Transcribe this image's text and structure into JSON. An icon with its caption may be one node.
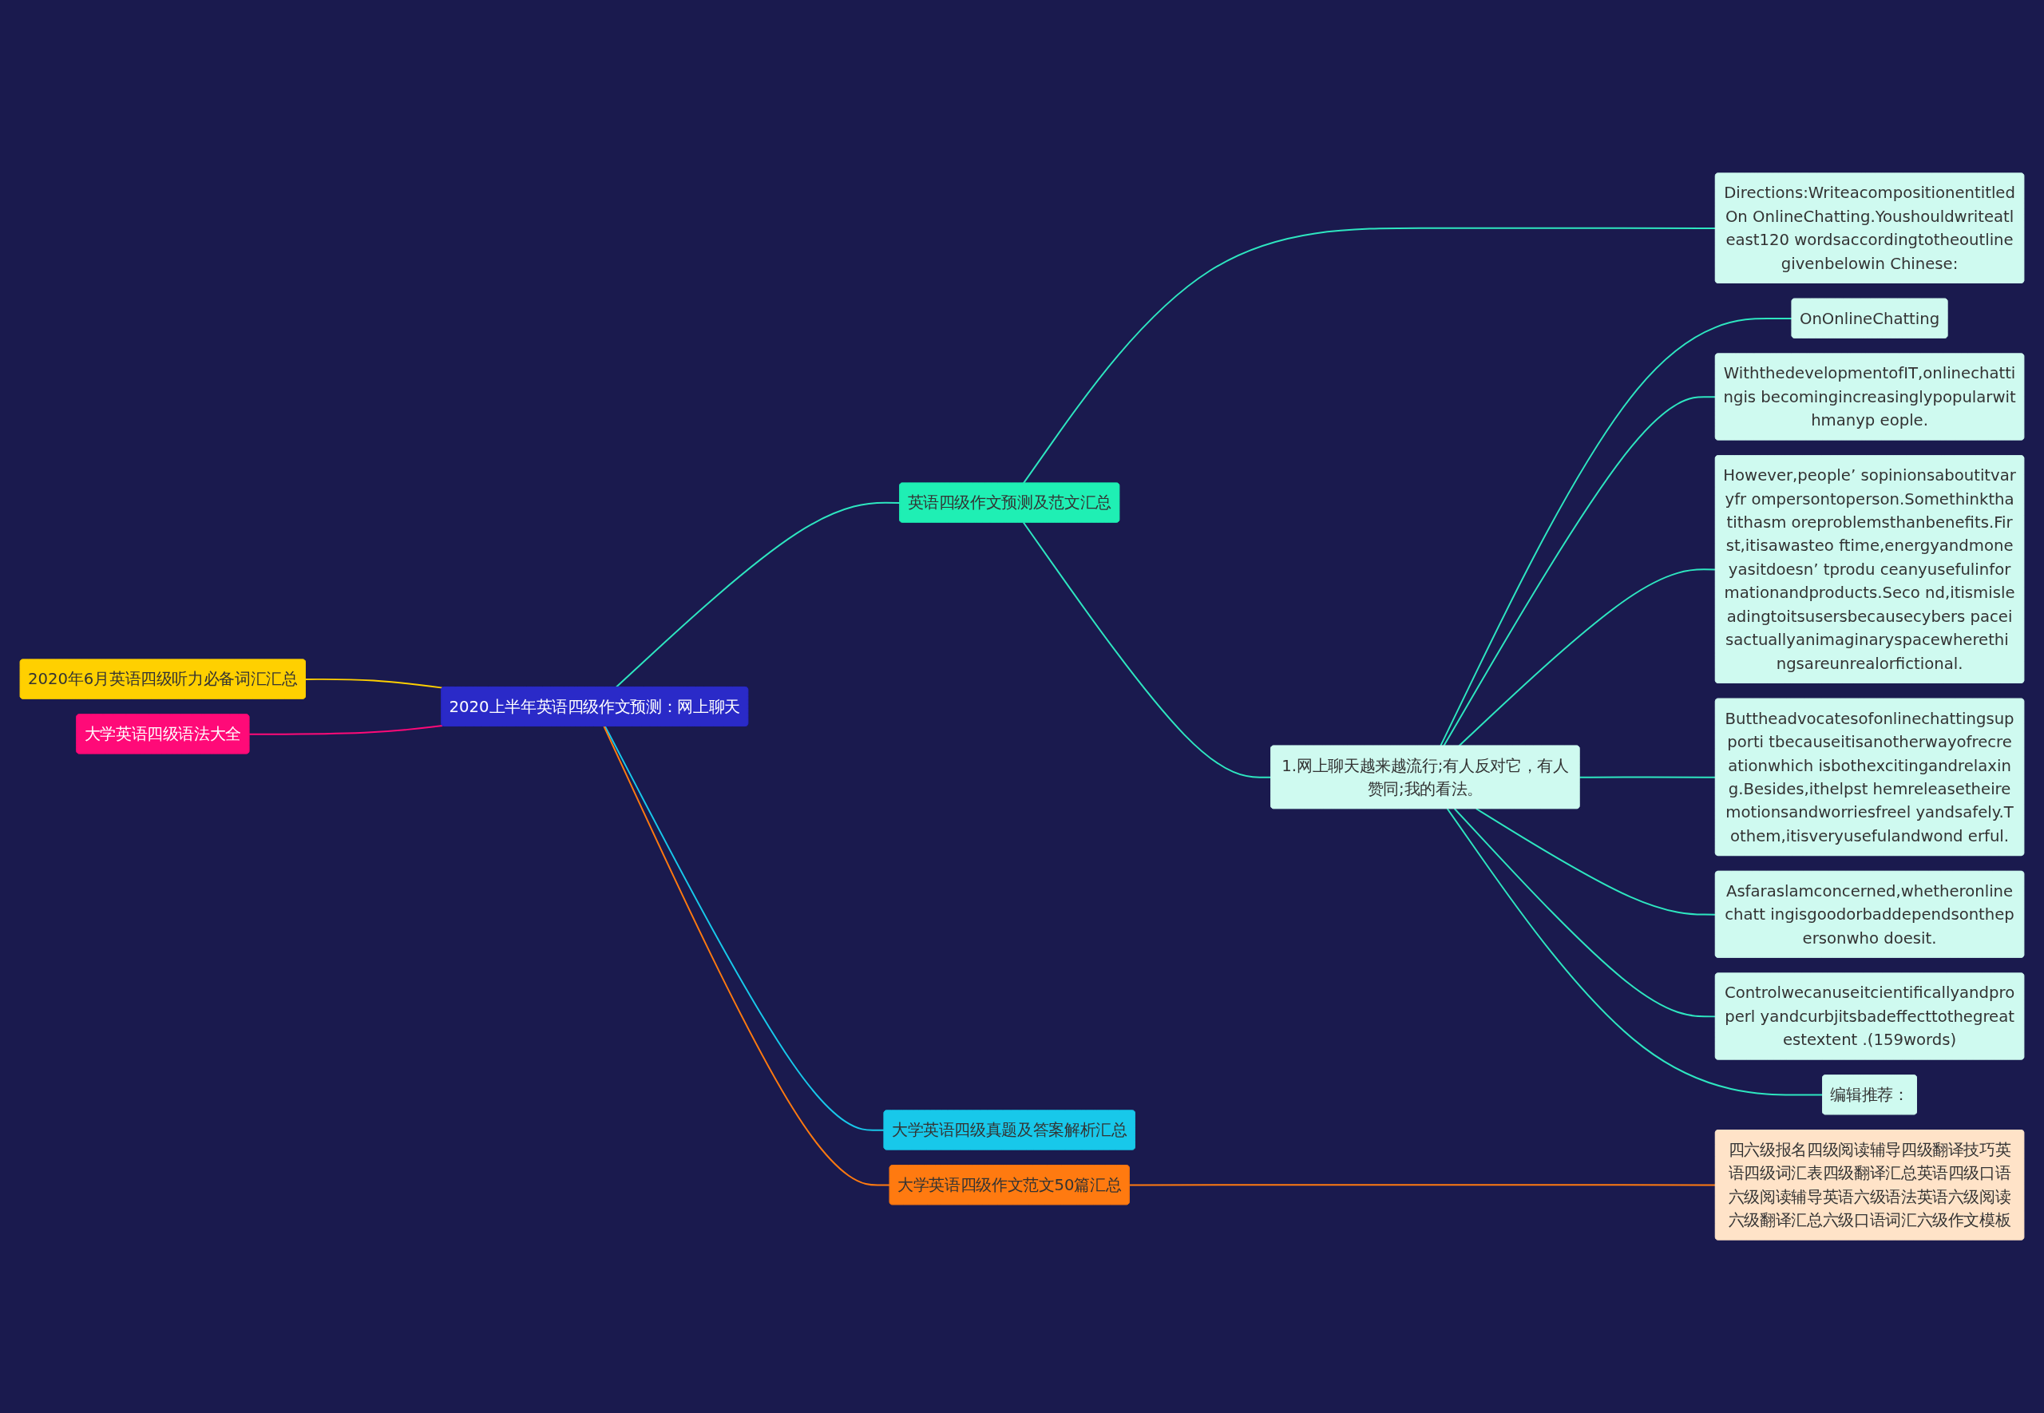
{
  "diagram": {
    "nodes": [
      {
        "text": [
          "2020上半年英语四级作文预测：网上聊天"
        ]
      },
      {
        "text": [
          "2020年6月英语四级听力必备词汇汇总"
        ]
      },
      {
        "text": [
          "大学英语四级语法大全"
        ]
      },
      {
        "text": [
          "英语四级作文预测及范文汇总"
        ]
      },
      {
        "text": [
          "Directions:WriteacompositionentitledOn OnlineChatting.Youshouldwriteatleast120 wordsaccordingtotheoutlinegivenbelowin Chinese:"
        ]
      },
      {
        "text": [
          "1.网上聊天越来越流行;有人反对它，有人赞同;我的看法。"
        ]
      },
      {
        "text": [
          "OnOnlineChatting"
        ]
      },
      {
        "text": [
          "WiththedevelopmentofIT,onlinechattingis becomingincreasinglypopularwithmanyp eople."
        ]
      },
      {
        "text": [
          "However,people’ sopinionsaboutitvaryfr ompersontoperson.Somethinkthatithasm oreproblemsthanbenefits.First,itisawasteo ftime,energyandmoneyasitdoesn’ tprodu ceanyusefulinformationandproducts.Seco nd,itismisleadingtoitsusersbecausecybers paceisactuallyanimaginaryspacewherethi ngsareunrealorfictional."
        ]
      },
      {
        "text": [
          "Buttheadvocatesofonlinechattingsupporti tbecauseitisanotherwayofrecreationwhich isbothexcitingandrelaxing.Besides,ithelpst hemreleasetheiremotionsandworriesfreel yandsafely.Tothem,itisveryusefulandwond erful."
        ]
      },
      {
        "text": [
          "Asfaraslamconcerned,whetheronlinechatt ingisgoodorbaddependsonthepersonwho doesit."
        ]
      },
      {
        "text": [
          "Controlwecanuseitcientificallyandproperl yandcurbjitsbadeffecttothegreatestextent .(159words)"
        ]
      },
      {
        "text": [
          "编辑推荐："
        ]
      },
      {
        "text": [
          "大学英语四级真题及答案解析汇总"
        ]
      },
      {
        "text": [
          "大学英语四级作文范文50篇汇总"
        ]
      },
      {
        "text": [
          "四六级报名四级阅读辅导四级翻译技巧英语四级词汇表四级翻译汇总英语四级口语六级阅读辅导英语六级语法英语六级阅读六级翻译汇总六级口语词汇六级作文模板"
        ]
      }
    ],
    "edges": [
      {
        "from": 1,
        "to": 0,
        "arrow": "none",
        "color": "#ffd000"
      },
      {
        "from": 2,
        "to": 0,
        "arrow": "none",
        "color": "#ff0a78"
      },
      {
        "from": 0,
        "to": 3,
        "arrow": "none"
      },
      {
        "from": 3,
        "to": 4,
        "arrow": "none"
      },
      {
        "from": 3,
        "to": 5,
        "arrow": "none"
      },
      {
        "from": 5,
        "to": 6,
        "arrow": "none"
      },
      {
        "from": 5,
        "to": 7,
        "arrow": "none"
      },
      {
        "from": 5,
        "to": 8,
        "arrow": "none"
      },
      {
        "from": 5,
        "to": 9,
        "arrow": "none"
      },
      {
        "from": 5,
        "to": 10,
        "arrow": "none"
      },
      {
        "from": 5,
        "to": 11,
        "arrow": "none"
      },
      {
        "from": 5,
        "to": 12,
        "arrow": "none"
      },
      {
        "from": 0,
        "to": 13,
        "arrow": "none",
        "color": "#18c8ea"
      },
      {
        "from": 0,
        "to": 14,
        "arrow": "none",
        "color": "#ff7a10"
      },
      {
        "from": 14,
        "to": 15,
        "arrow": "none",
        "color": "#ff7a10"
      }
    ]
  }
}
